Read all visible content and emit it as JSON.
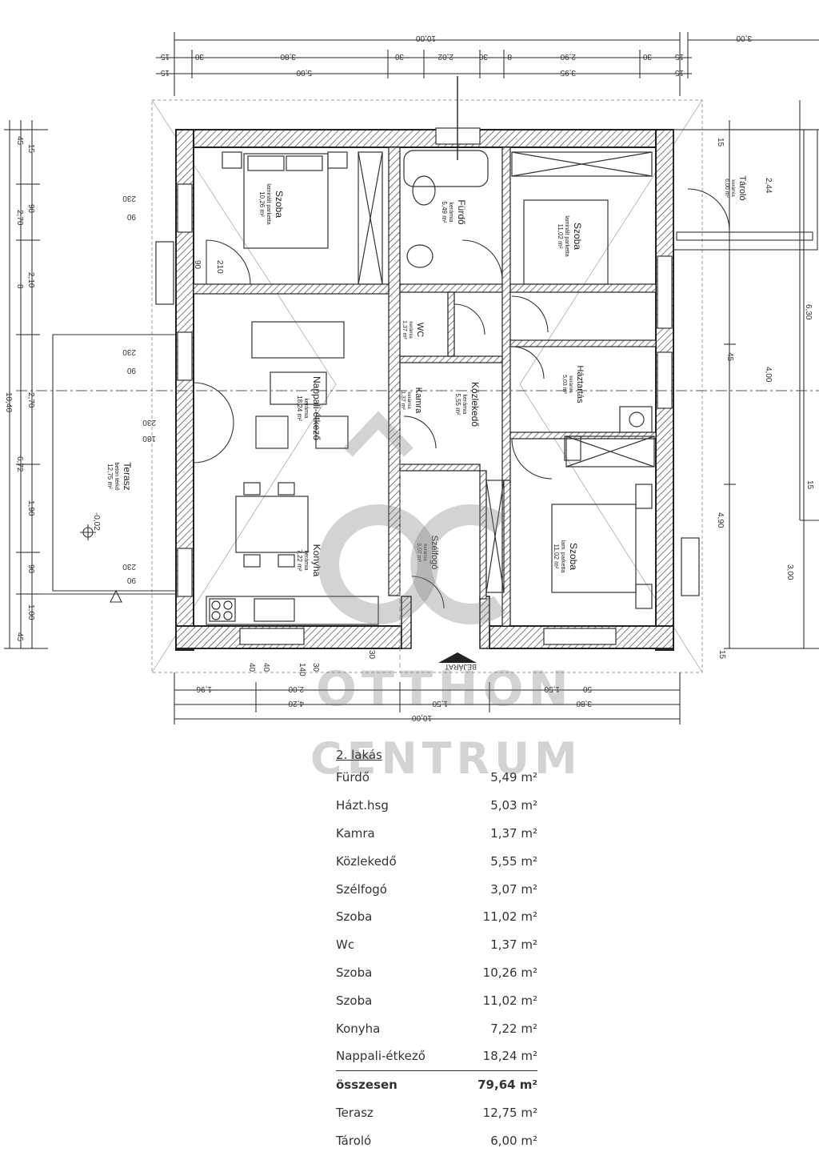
{
  "dimensions": {
    "top_overall": "10,00",
    "top_row2": [
      "15",
      "30",
      "3,80",
      "30",
      "2,02",
      "30",
      "8",
      "2,90",
      "30",
      "15"
    ],
    "top_row3": [
      "15",
      "5,00",
      "3,95",
      "15"
    ],
    "top_right": "3,00",
    "bottom_row1": [
      "1,96",
      "2,00",
      "1,50",
      "50"
    ],
    "bottom_row2": [
      "4,20",
      "1,50",
      "3,80"
    ],
    "bottom_overall": "10,00",
    "bottom_small": [
      "40",
      "40",
      "140",
      "30",
      "30",
      "15"
    ],
    "left_outer": "10,40",
    "left_segments": [
      "45",
      "15",
      "2,70",
      "90",
      "2,10",
      "8",
      "2,70",
      "6,72",
      "1,90",
      "90",
      "1,00",
      "45"
    ],
    "right_segments": [
      "15",
      "2,44",
      "6,30",
      "4,00",
      "4,90",
      "3,00",
      "45",
      "15"
    ],
    "window_codes": [
      "230",
      "90",
      "210",
      "180"
    ],
    "level": "-0,02",
    "entrance": "BEJÁRAT"
  },
  "rooms": [
    {
      "name": "Szoba",
      "floor": "laminált parketta",
      "area": "10,26 m²"
    },
    {
      "name": "Fürdő",
      "floor": "kerámia",
      "area": "5,49 m²"
    },
    {
      "name": "Szoba",
      "floor": "laminált parketta",
      "area": "11,02 m²"
    },
    {
      "name": "Nappali-étkező",
      "floor": "kerámia",
      "area": "18,24 m²"
    },
    {
      "name": "WC",
      "floor": "kerámia",
      "area": "1,37 m²"
    },
    {
      "name": "Kamra",
      "floor": "kerámia",
      "area": "1,37 m²"
    },
    {
      "name": "Közlekedő",
      "floor": "kerámia",
      "area": "5,55 m²"
    },
    {
      "name": "Háztartás",
      "floor": "kerámia",
      "area": "5,03 m²"
    },
    {
      "name": "Terasz",
      "floor": "beton térkő",
      "area": "12,75 m²"
    },
    {
      "name": "Konyha",
      "floor": "kerámia",
      "area": "7,22 m²"
    },
    {
      "name": "Szélfogó",
      "floor": "kerámia",
      "area": "3,07 m²"
    },
    {
      "name": "Szoba",
      "floor": "lam. parketta",
      "area": "11,02 m²"
    },
    {
      "name": "Tároló",
      "floor": "kerámia",
      "area": "6,00 m²"
    }
  ],
  "watermark": {
    "line1": "OTTHON",
    "line2": "CENTRUM"
  },
  "area_table": {
    "title": "2. lakás",
    "rows": [
      {
        "name": "Fürdő",
        "value": "5,49 m²"
      },
      {
        "name": "Házt.hsg",
        "value": "5,03 m²"
      },
      {
        "name": "Kamra",
        "value": "1,37 m²"
      },
      {
        "name": "Közlekedő",
        "value": "5,55 m²"
      },
      {
        "name": "Szélfogó",
        "value": "3,07 m²"
      },
      {
        "name": "Szoba",
        "value": "11,02 m²"
      },
      {
        "name": "Wc",
        "value": "1,37 m²"
      },
      {
        "name": "Szoba",
        "value": "10,26 m²"
      },
      {
        "name": "Szoba",
        "value": "11,02 m²"
      },
      {
        "name": "Konyha",
        "value": "7,22 m²"
      },
      {
        "name": "Nappali-étkező",
        "value": "18,24 m²"
      }
    ],
    "total": {
      "name": "összesen",
      "value": "79,64 m²"
    },
    "extra": [
      {
        "name": "Terasz",
        "value": "12,75 m²"
      },
      {
        "name": "Tároló",
        "value": "6,00 m²"
      }
    ]
  }
}
